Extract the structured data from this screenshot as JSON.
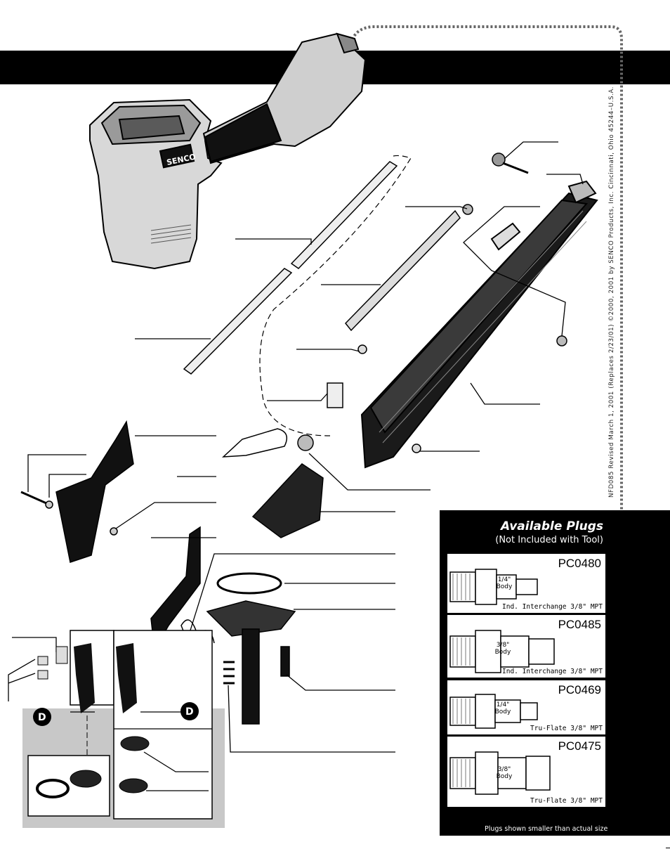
{
  "brand": "SENCO",
  "copyright_line": "NFD085  Revised March 1, 2001  (Replaces 2/23/01) ©2000, 2001 by SENCO Products, Inc. Cincinnati, Ohio 45244–U.S.A.",
  "callout_marker": "D",
  "plugs_panel": {
    "title": "Available Plugs",
    "subtitle": "(Not Included with Tool)",
    "footnote": "Plugs shown smaller than actual size",
    "plugs": [
      {
        "code": "PC0480",
        "body": "1/4\" Body",
        "body_line1": "1/4\"",
        "body_line2": "Body",
        "description": "Ind. Interchange 3/8\" MPT"
      },
      {
        "code": "PC0485",
        "body": "3/8\" Body",
        "body_line1": "3/8\"",
        "body_line2": "Body",
        "description": "Ind. Interchange 3/8\" MPT"
      },
      {
        "code": "PC0469",
        "body": "1/4\" Body",
        "body_line1": "1/4\"",
        "body_line2": "Body",
        "description": "Tru-Flate 3/8\" MPT"
      },
      {
        "code": "PC0475",
        "body": "3/8\" Body",
        "body_line1": "3/8\"",
        "body_line2": "Body",
        "description": "Tru-Flate 3/8\" MPT"
      }
    ]
  }
}
